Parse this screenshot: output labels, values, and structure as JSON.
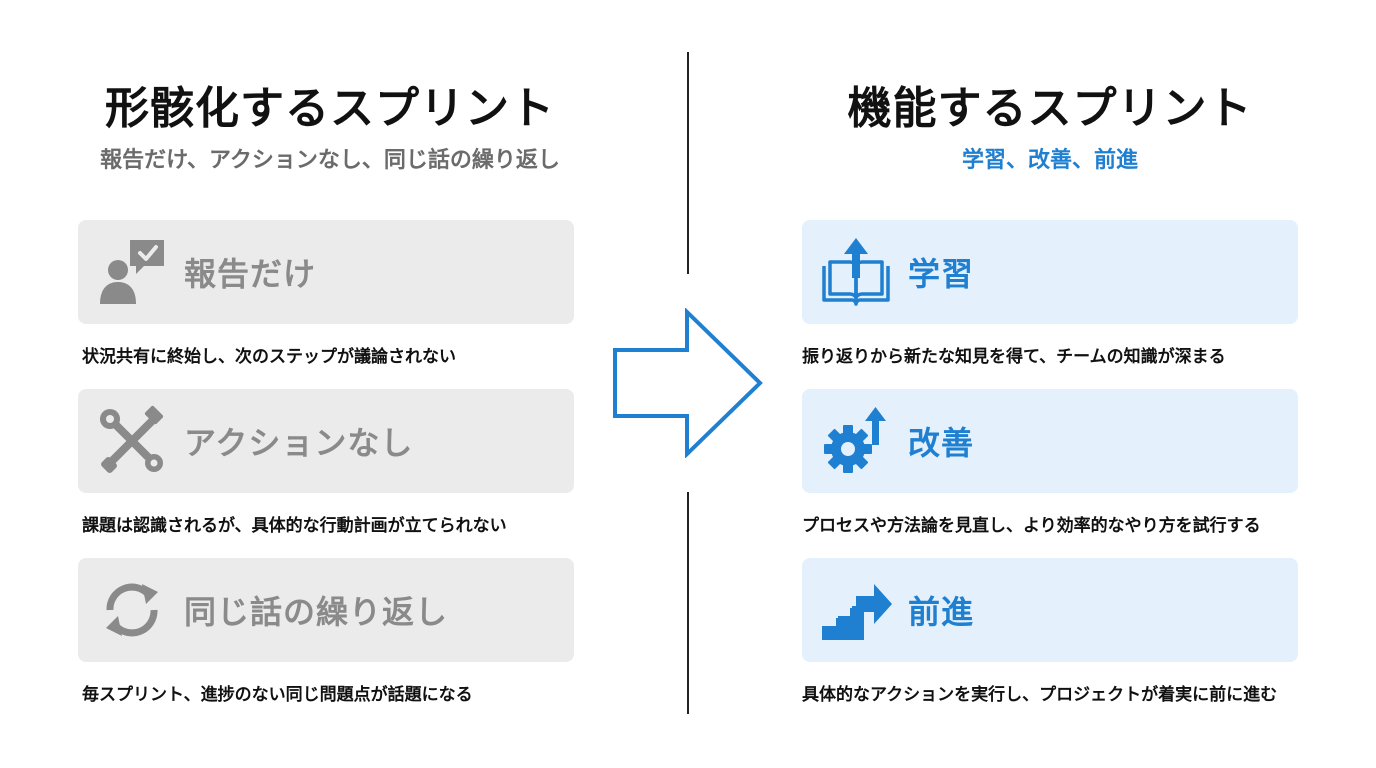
{
  "left": {
    "title": "形骸化するスプリント",
    "subtitle": "報告だけ、アクションなし、同じ話の繰り返し",
    "items": [
      {
        "label": "報告だけ",
        "description": "状況共有に終始し、次のステップが議論されない",
        "icon": "person-chat-check-icon"
      },
      {
        "label": "アクションなし",
        "description": "課題は認識されるが、具体的な行動計画が立てられない",
        "icon": "crossed-tools-icon"
      },
      {
        "label": "同じ話の繰り返し",
        "description": "毎スプリント、進捗のない同じ問題点が話題になる",
        "icon": "cycle-arrows-icon"
      }
    ]
  },
  "right": {
    "title": "機能するスプリント",
    "subtitle": "学習、改善、前進",
    "items": [
      {
        "label": "学習",
        "description": "振り返りから新たな知見を得て、チームの知識が深まる",
        "icon": "book-upload-icon"
      },
      {
        "label": "改善",
        "description": "プロセスや方法論を見直し、より効率的なやり方を試行する",
        "icon": "gear-up-arrow-icon"
      },
      {
        "label": "前進",
        "description": "具体的なアクションを実行し、プロジェクトが着実に前に進む",
        "icon": "stairs-arrow-icon"
      }
    ]
  },
  "colors": {
    "accent": "#1f7fd1",
    "muted": "#8a8a8a",
    "left_card_bg": "#ebebeb",
    "right_card_bg": "#e4f0fb",
    "text": "#111111"
  },
  "transition_icon": "right-arrow-icon"
}
